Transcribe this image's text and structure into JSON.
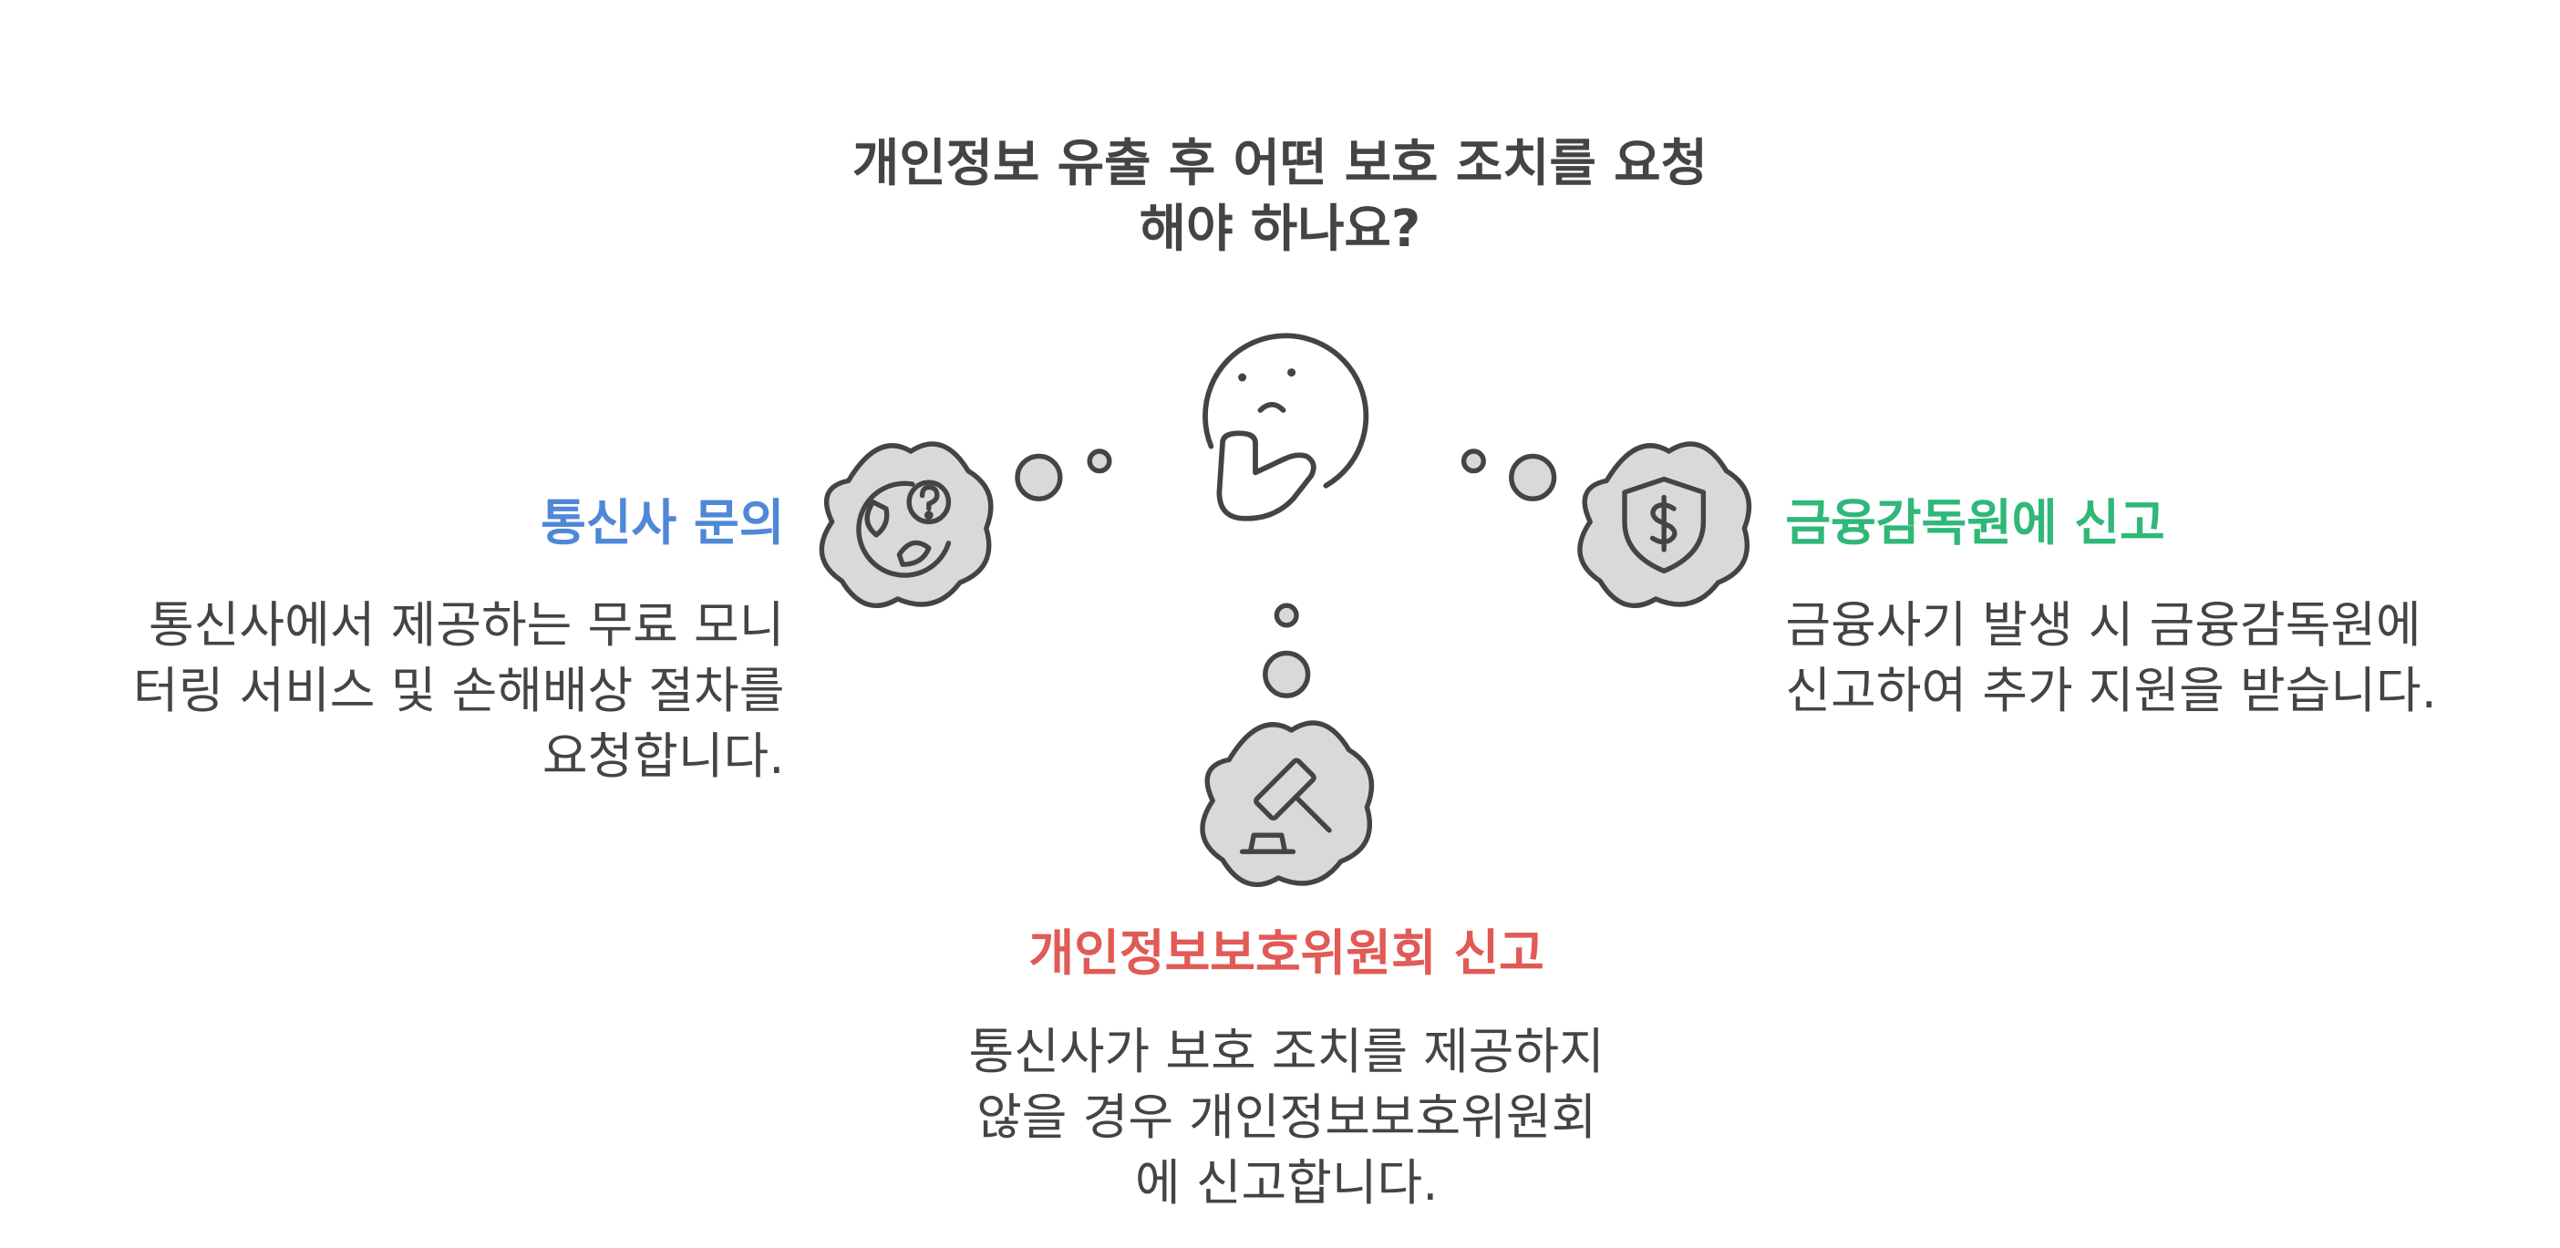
{
  "title": {
    "line1": "개인정보 유출 후 어떤 보호 조치를 요청",
    "line2": "해야 하나요?"
  },
  "options": {
    "left": {
      "heading": "통신사 문의",
      "desc_lines": [
        "통신사에서 제공하는 무료 모니",
        "터링 서비스 및 손해배상 절차를",
        "요청합니다."
      ],
      "color": "#4f88d6",
      "icon": "world-question-icon"
    },
    "right": {
      "heading": "금융감독원에 신고",
      "desc_lines": [
        "금융사기 발생 시 금융감독원에",
        "신고하여 추가 지원을 받습니다."
      ],
      "color": "#2fb878",
      "icon": "shield-dollar-icon"
    },
    "bottom": {
      "heading": "개인정보보호위원회 신고",
      "desc_lines": [
        "통신사가 보호 조치를 제공하지",
        "않을 경우 개인정보보호위원회",
        "에 신고합니다."
      ],
      "color": "#e05a56",
      "icon": "gavel-icon"
    }
  },
  "center_icon": "thinking-face-icon"
}
